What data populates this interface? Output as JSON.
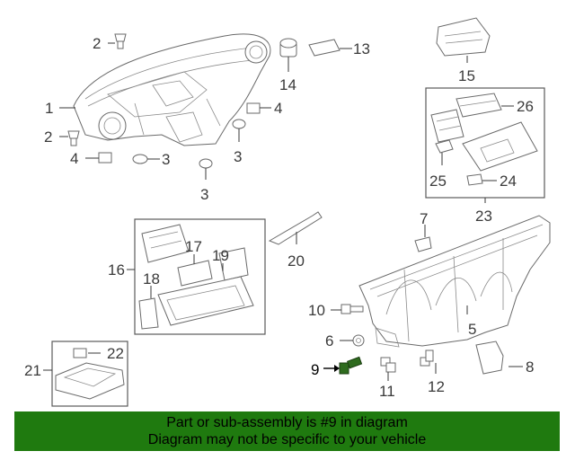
{
  "callouts": {
    "c1": "1",
    "c2a": "2",
    "c2b": "2",
    "c3a": "3",
    "c3b": "3",
    "c3c": "3",
    "c4a": "4",
    "c4b": "4",
    "c5": "5",
    "c6": "6",
    "c7": "7",
    "c8": "8",
    "c9": "9",
    "c10": "10",
    "c11": "11",
    "c12": "12",
    "c13": "13",
    "c14": "14",
    "c15": "15",
    "c16": "16",
    "c17": "17",
    "c18": "18",
    "c19": "19",
    "c20": "20",
    "c21": "21",
    "c22": "22",
    "c23": "23",
    "c24": "24",
    "c25": "25",
    "c26": "26"
  },
  "highlight_part": "9",
  "banner": {
    "line1": "Part or sub-assembly is #9 in diagram",
    "line2": "Diagram may not be specific to your vehicle",
    "color": "#1f7a0f"
  },
  "highlight_color": "#2e6b1e"
}
